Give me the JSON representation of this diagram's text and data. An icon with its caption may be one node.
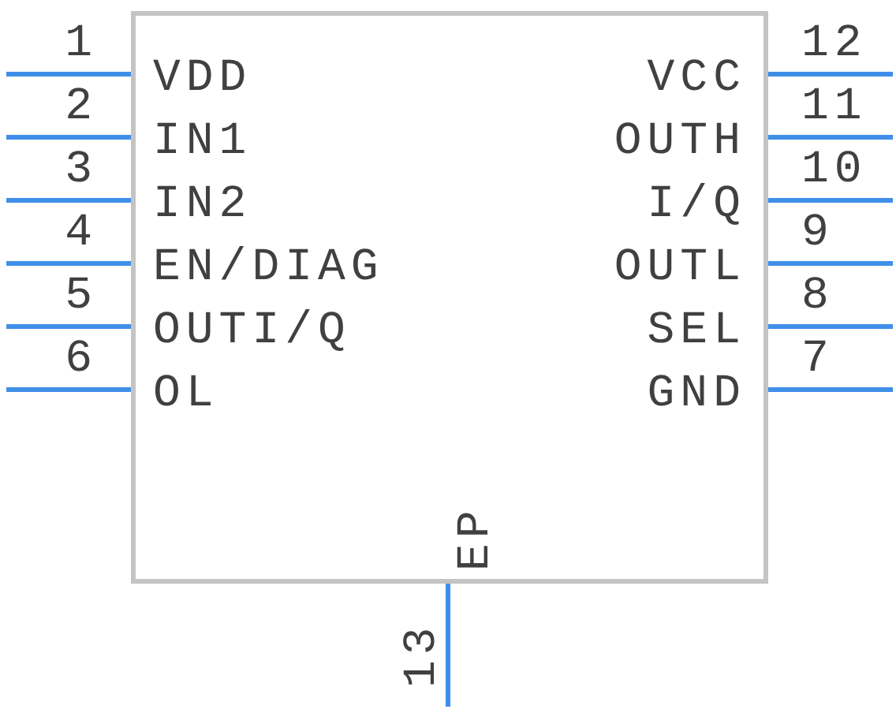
{
  "diagram": {
    "nodes": [
      {
        "text": [
          "VDD",
          "VCC",
          "IN1",
          "OUTH",
          "IN2",
          "I/Q",
          "EN/DIAG",
          "OUTL",
          "OUTI/Q",
          "SEL",
          "OL",
          "GND",
          "EP"
        ]
      }
    ],
    "labels": [
      "1",
      "12",
      "2",
      "11",
      "3",
      "10",
      "4",
      "9",
      "5",
      "8",
      "6",
      "7",
      "13"
    ]
  }
}
